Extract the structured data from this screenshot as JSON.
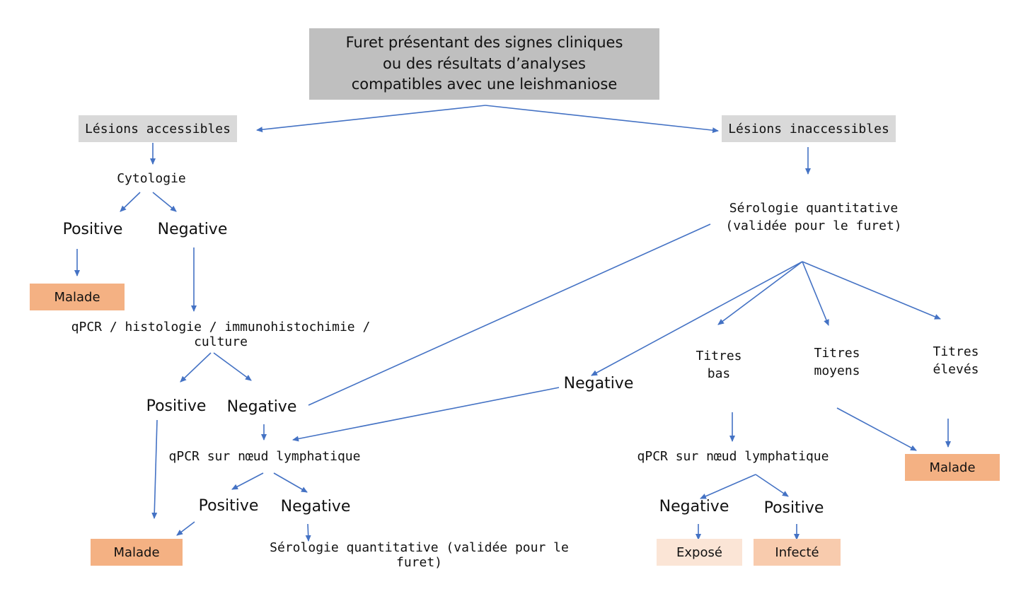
{
  "root": "Furet présentant des signes cliniques\nou des résultats d’analyses\ncompatibles avec une leishmaniose",
  "left": {
    "lesions": "Lésions accessibles",
    "cytologie": "Cytologie",
    "cyto_positive": "Positive",
    "cyto_negative": "Negative",
    "malade_1": "Malade",
    "tests": "qPCR / histologie / immunohistochimie / culture",
    "tests_positive": "Positive",
    "tests_negative": "Negative",
    "qpcr_node": "qPCR sur nœud lymphatique",
    "qpcr_positive": "Positive",
    "qpcr_negative": "Negative",
    "malade_2": "Malade",
    "serologie_bottom": "Sérologie quantitative (validée pour le furet)"
  },
  "right": {
    "lesions": "Lésions inaccessibles",
    "serologie": "Sérologie quantitative\n(validée pour le furet)",
    "sero_negative": "Negative",
    "titres_bas": "Titres\nbas",
    "titres_moyens": "Titres\nmoyens",
    "titres_eleves": "Titres\nélevés",
    "malade": "Malade",
    "qpcr_node": "qPCR sur nœud lymphatique",
    "qpcr_negative": "Negative",
    "qpcr_positive": "Positive",
    "expose": "Exposé",
    "infecte": "Infecté"
  },
  "colors": {
    "arrow": "#4472c4",
    "root_box": "#bfbfbf",
    "lesion_box": "#d9d9d9",
    "malade_box": "#f4b183",
    "expose_box": "#fbe5d6",
    "infecte_box": "#f8cbad"
  }
}
